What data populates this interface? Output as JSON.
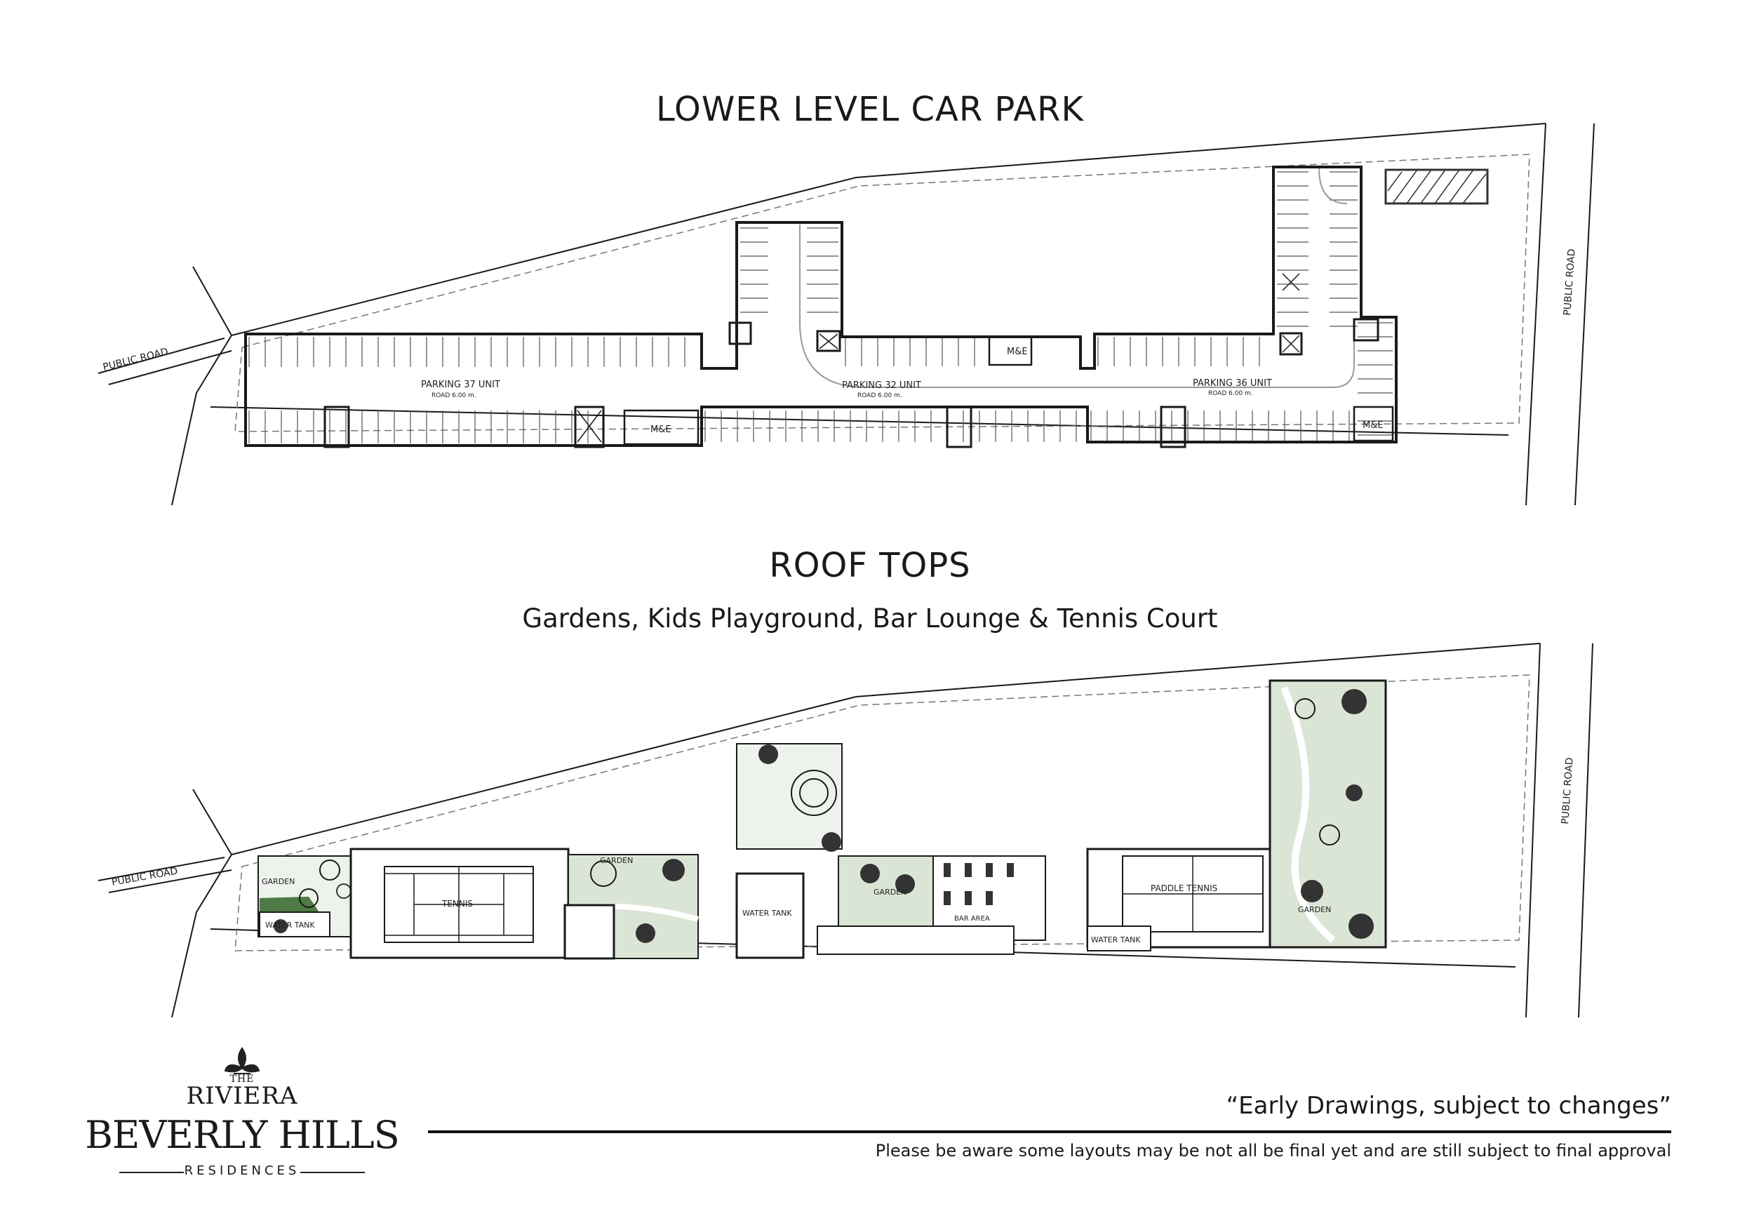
{
  "lower": {
    "title": "LOWER LEVEL CAR PARK",
    "public_road_left": "PUBLIC ROAD",
    "public_road_right": "PUBLIC ROAD",
    "parking_a": "PARKING 37 UNIT",
    "parking_b": "PARKING 32 UNIT",
    "parking_c": "PARKING 36 UNIT",
    "road_a": "ROAD 6.00 m.",
    "road_b": "ROAD 6.00 m.",
    "road_c": "ROAD 6.00 m.",
    "me_1": "M&E",
    "me_2": "M&E",
    "me_3": "M&E"
  },
  "roof": {
    "title": "ROOF TOPS",
    "subtitle": "Gardens, Kids Playground, Bar Lounge & Tennis Court",
    "public_road_left": "PUBLIC ROAD",
    "public_road_right": "PUBLIC ROAD",
    "garden_1": "GARDEN",
    "garden_2": "GARDEN",
    "garden_3": "GARDEN",
    "garden_4": "GARDEN",
    "tennis": "TENNIS",
    "paddle_tennis": "PADDLE TENNIS",
    "water_tank_1": "WATER TANK",
    "water_tank_2": "WATER TANK",
    "water_tank_3": "WATER TANK",
    "bar_area": "BAR AREA"
  },
  "brand": {
    "the": "THE",
    "name": "RIVIERA",
    "sub": "BEVERLY HILLS",
    "tag": "RESIDENCES"
  },
  "disclaimer": {
    "quote": "“Early Drawings, subject to changes”",
    "note": "Please be aware some layouts may be not all be final yet and are still subject to final approval"
  },
  "colors": {
    "line": "#1a1a1a",
    "green_dark": "#4d7a45",
    "green_light": "#dbe5d6"
  }
}
